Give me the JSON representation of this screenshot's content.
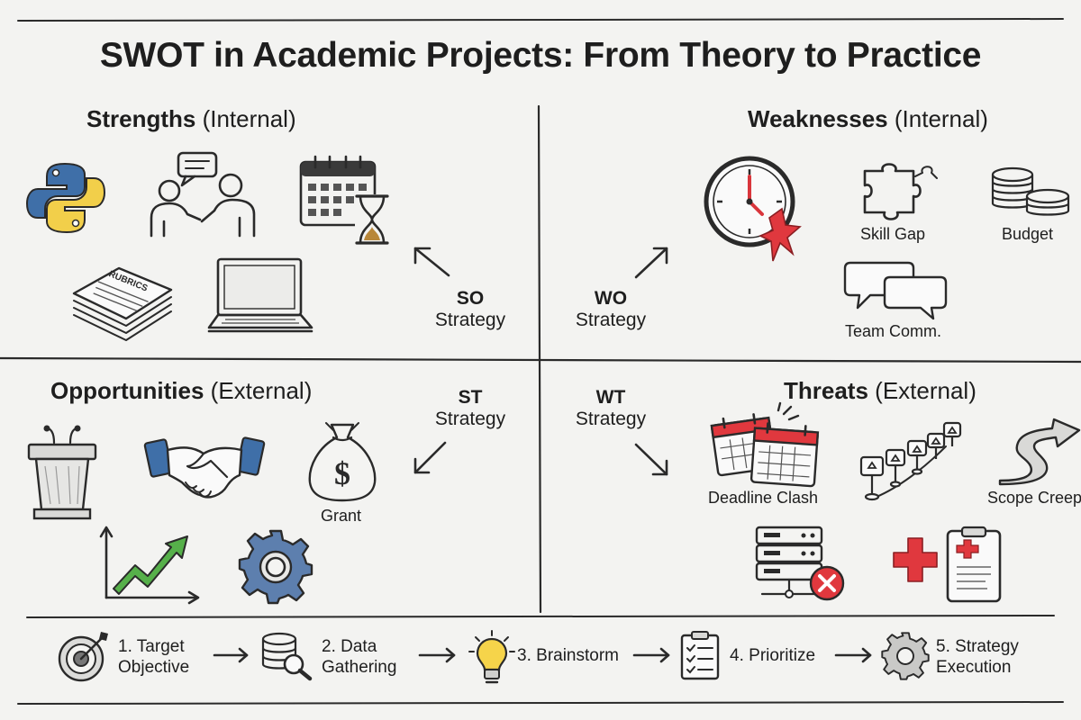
{
  "title": "SWOT in Academic Projects: From Theory to Practice",
  "quadrants": {
    "strengths": {
      "name": "Strengths",
      "scope": "(Internal)"
    },
    "weaknesses": {
      "name": "Weaknesses",
      "scope": "(Internal)"
    },
    "opportunities": {
      "name": "Opportunities",
      "scope": "(External)"
    },
    "threats": {
      "name": "Threats",
      "scope": "(External)"
    }
  },
  "strategies": {
    "so": {
      "code": "SO",
      "label": "Strategy"
    },
    "wo": {
      "code": "WO",
      "label": "Strategy"
    },
    "st": {
      "code": "ST",
      "label": "Strategy"
    },
    "wt": {
      "code": "WT",
      "label": "Strategy"
    }
  },
  "strengths_items": {
    "rubric_text": "RUBRICS"
  },
  "weaknesses_items": {
    "skill_gap": "Skill Gap",
    "budget": "Budget",
    "team_comm": "Team Comm."
  },
  "opportunities_items": {
    "grant": "Grant",
    "grant_symbol": "$"
  },
  "threats_items": {
    "deadline_clash": "Deadline Clash",
    "scope_creep": "Scope Creep"
  },
  "process_steps": [
    {
      "number": "1.",
      "line1": "Target",
      "line2": "Objective"
    },
    {
      "number": "2.",
      "line1": "Data",
      "line2": "Gathering"
    },
    {
      "number": "3.",
      "line1": "Brainstorm",
      "line2": ""
    },
    {
      "number": "4.",
      "line1": "Prioritize",
      "line2": ""
    },
    {
      "number": "5.",
      "line1": "Strategy",
      "line2": "Execution"
    }
  ],
  "colors": {
    "python_blue": "#3f6fa8",
    "python_yellow": "#f2cf4a",
    "alert_red": "#e0383e",
    "growth_green": "#56b04a",
    "gear_blue": "#5d7fae",
    "bulb_yellow": "#f6d44a"
  }
}
